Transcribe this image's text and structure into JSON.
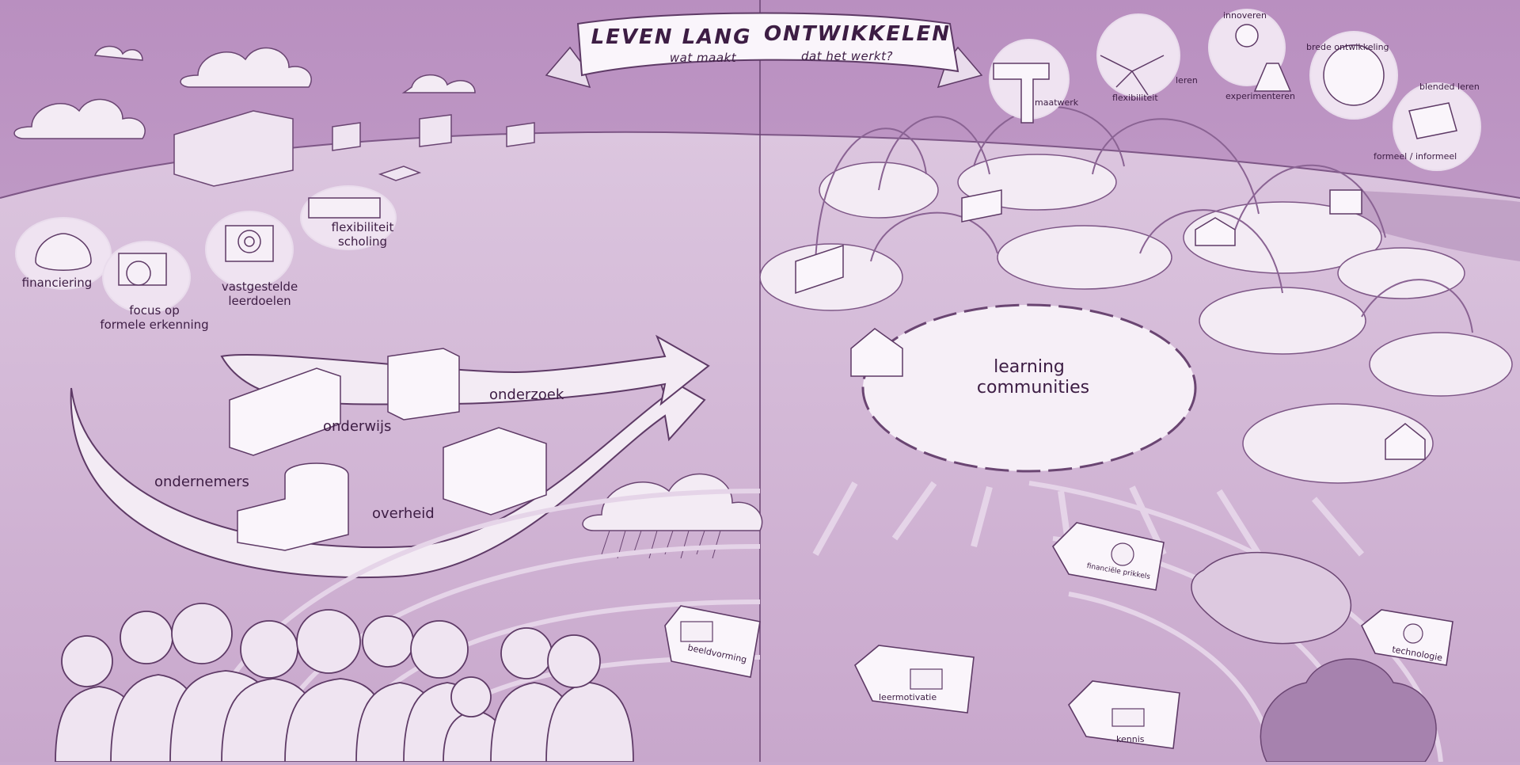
{
  "banner": {
    "title_left": "LEVEN LANG",
    "title_right": "ONTWIKKELEN",
    "subtitle_left": "wat maakt",
    "subtitle_right": "dat het werkt?"
  },
  "left_bubbles": [
    {
      "label": "financiering",
      "icon": "money-bag-icon"
    },
    {
      "label_lines": [
        "focus op",
        "formele erkenning"
      ],
      "icon": "diploma-magnifier-icon"
    },
    {
      "label_lines": [
        "vastgestelde",
        "leerdoelen"
      ],
      "icon": "target-book-icon"
    },
    {
      "label_lines": [
        "flexibiliteit",
        "scholing"
      ],
      "icon": "barrier-icon"
    }
  ],
  "stakeholders": [
    "onderzoek",
    "onderwijs",
    "ondernemers",
    "overheid"
  ],
  "center": {
    "line1": "learning",
    "line2": "communities"
  },
  "top_bubbles": [
    {
      "label": "maatwerk",
      "icon": "caliper-icon"
    },
    {
      "label": "flexibiliteit",
      "icon": "arrows-people-icon"
    },
    {
      "label": "innoveren",
      "icon": "lightbulb-icon"
    },
    {
      "label": "leren",
      "icon": "lightbulb-icon"
    },
    {
      "label": "experimenteren",
      "icon": "flask-icon"
    },
    {
      "label": "brede ontwikkeling",
      "icon": "vitruvian-icon"
    },
    {
      "label": "blended leren",
      "icon": "laptop-icon"
    },
    {
      "label": "formeel / informeel",
      "icon": "laptop-icon"
    }
  ],
  "tags": [
    {
      "label": "beeldvorming",
      "icon": "screens-icon"
    },
    {
      "label": "financiële prikkels",
      "icon": "coin-icon"
    },
    {
      "label": "technologie",
      "icon": "gear-icon"
    },
    {
      "label": "leermotivatie",
      "icon": "people-icon"
    },
    {
      "label": "kennis",
      "icon": "books-icon"
    }
  ],
  "colors": {
    "background": "#c9a9ce",
    "ground": "#d9c2dc",
    "ink": "#3d1d44",
    "paper": "#f3ebf4",
    "line": "#6a4572"
  }
}
